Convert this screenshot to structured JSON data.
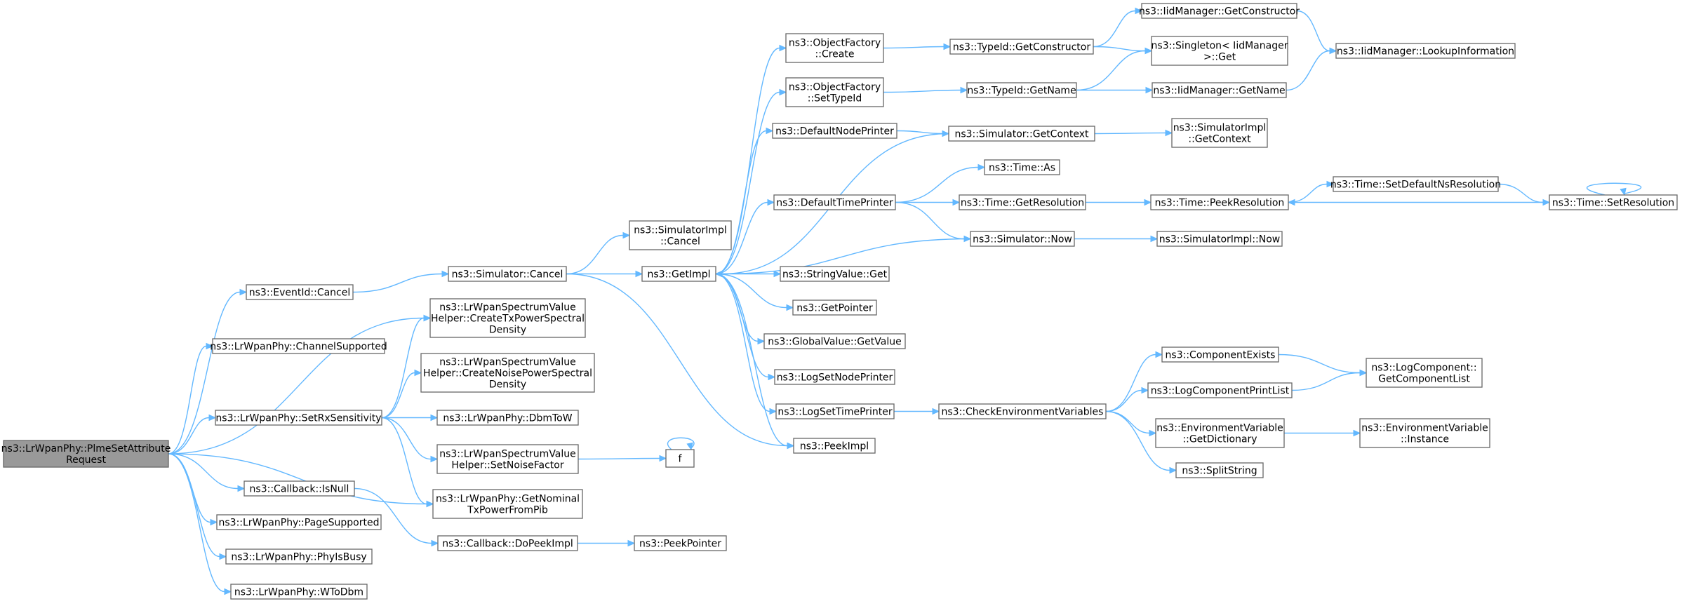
{
  "nodes": {
    "root": [
      "ns3::LrWpanPhy::PlmeSetAttribute",
      "Request"
    ],
    "eventid_cancel": [
      "ns3::EventId::Cancel"
    ],
    "channel_supported": [
      "ns3::LrWpanPhy::ChannelSupported"
    ],
    "create_tx_psd": [
      "ns3::LrWpanSpectrumValue",
      "Helper::CreateTxPowerSpectral",
      "Density"
    ],
    "create_noise_psd": [
      "ns3::LrWpanSpectrumValue",
      "Helper::CreateNoisePowerSpectral",
      "Density"
    ],
    "set_rx_sensitivity": [
      "ns3::LrWpanPhy::SetRxSensitivity"
    ],
    "dbm_to_w": [
      "ns3::LrWpanPhy::DbmToW"
    ],
    "set_noise_factor": [
      "ns3::LrWpanSpectrumValue",
      "Helper::SetNoiseFactor"
    ],
    "get_nominal_tx": [
      "ns3::LrWpanPhy::GetNominal",
      "TxPowerFromPib"
    ],
    "callback_isnull": [
      "ns3::Callback::IsNull"
    ],
    "callback_dopeekimpl": [
      "ns3::Callback::DoPeekImpl"
    ],
    "peek_pointer": [
      "ns3::PeekPointer"
    ],
    "page_supported": [
      "ns3::LrWpanPhy::PageSupported"
    ],
    "phy_is_busy": [
      "ns3::LrWpanPhy::PhyIsBusy"
    ],
    "w_to_dbm": [
      "ns3::LrWpanPhy::WToDbm"
    ],
    "f": [
      "f"
    ],
    "simulator_cancel": [
      "ns3::Simulator::Cancel"
    ],
    "simimpl_cancel": [
      "ns3::SimulatorImpl",
      "::Cancel"
    ],
    "get_impl": [
      "ns3::GetImpl"
    ],
    "peek_impl": [
      "ns3::PeekImpl"
    ],
    "objfactory_create": [
      "ns3::ObjectFactory",
      "::Create"
    ],
    "objfactory_settypeid": [
      "ns3::ObjectFactory",
      "::SetTypeId"
    ],
    "default_node_printer": [
      "ns3::DefaultNodePrinter"
    ],
    "default_time_printer": [
      "ns3::DefaultTimePrinter"
    ],
    "stringvalue_get": [
      "ns3::StringValue::Get"
    ],
    "get_pointer": [
      "ns3::GetPointer"
    ],
    "globalvalue_getvalue": [
      "ns3::GlobalValue::GetValue"
    ],
    "log_set_node_printer": [
      "ns3::LogSetNodePrinter"
    ],
    "log_set_time_printer": [
      "ns3::LogSetTimePrinter"
    ],
    "typeid_getconstructor": [
      "ns3::TypeId::GetConstructor"
    ],
    "typeid_getname": [
      "ns3::TypeId::GetName"
    ],
    "simulator_getcontext": [
      "ns3::Simulator::GetContext"
    ],
    "time_as": [
      "ns3::Time::As"
    ],
    "time_getresolution": [
      "ns3::Time::GetResolution"
    ],
    "simulator_now": [
      "ns3::Simulator::Now"
    ],
    "check_env_vars": [
      "ns3::CheckEnvironmentVariables"
    ],
    "iidmanager_getconstructor": [
      "ns3::IidManager::GetConstructor"
    ],
    "singleton_get": [
      "ns3::Singleton< IidManager",
      ">::Get"
    ],
    "iidmanager_getname": [
      "ns3::IidManager::GetName"
    ],
    "simimpl_getcontext": [
      "ns3::SimulatorImpl",
      "::GetContext"
    ],
    "time_peekresolution": [
      "ns3::Time::PeekResolution"
    ],
    "simimpl_now": [
      "ns3::SimulatorImpl::Now"
    ],
    "component_exists": [
      "ns3::ComponentExists"
    ],
    "log_component_printlist": [
      "ns3::LogComponentPrintList"
    ],
    "envvar_getdictionary": [
      "ns3::EnvironmentVariable",
      "::GetDictionary"
    ],
    "split_string": [
      "ns3::SplitString"
    ],
    "iidmanager_lookupinfo": [
      "ns3::IidManager::LookupInformation"
    ],
    "time_setdefaultnsres": [
      "ns3::Time::SetDefaultNsResolution"
    ],
    "time_setresolution": [
      "ns3::Time::SetResolution"
    ],
    "logcomponent_getlist": [
      "ns3::LogComponent::",
      "GetComponentList"
    ],
    "envvar_instance": [
      "ns3::EnvironmentVariable",
      "::Instance"
    ]
  },
  "edges": [
    [
      "root",
      "eventid_cancel"
    ],
    [
      "root",
      "channel_supported"
    ],
    [
      "root",
      "create_tx_psd"
    ],
    [
      "root",
      "set_rx_sensitivity"
    ],
    [
      "root",
      "get_nominal_tx"
    ],
    [
      "root",
      "callback_isnull"
    ],
    [
      "root",
      "page_supported"
    ],
    [
      "root",
      "phy_is_busy"
    ],
    [
      "root",
      "w_to_dbm"
    ],
    [
      "eventid_cancel",
      "simulator_cancel"
    ],
    [
      "simulator_cancel",
      "simimpl_cancel"
    ],
    [
      "simulator_cancel",
      "get_impl"
    ],
    [
      "simulator_cancel",
      "peek_impl"
    ],
    [
      "set_rx_sensitivity",
      "create_tx_psd"
    ],
    [
      "set_rx_sensitivity",
      "create_noise_psd"
    ],
    [
      "set_rx_sensitivity",
      "dbm_to_w"
    ],
    [
      "set_rx_sensitivity",
      "set_noise_factor"
    ],
    [
      "set_rx_sensitivity",
      "get_nominal_tx"
    ],
    [
      "set_noise_factor",
      "f"
    ],
    [
      "f",
      "f"
    ],
    [
      "callback_isnull",
      "callback_dopeekimpl"
    ],
    [
      "callback_dopeekimpl",
      "peek_pointer"
    ],
    [
      "get_impl",
      "objfactory_create"
    ],
    [
      "get_impl",
      "objfactory_settypeid"
    ],
    [
      "get_impl",
      "default_node_printer"
    ],
    [
      "get_impl",
      "default_time_printer"
    ],
    [
      "get_impl",
      "stringvalue_get"
    ],
    [
      "get_impl",
      "get_pointer"
    ],
    [
      "get_impl",
      "globalvalue_getvalue"
    ],
    [
      "get_impl",
      "log_set_node_printer"
    ],
    [
      "get_impl",
      "log_set_time_printer"
    ],
    [
      "get_impl",
      "peek_impl"
    ],
    [
      "simulator_getcontext",
      "get_impl"
    ],
    [
      "simulator_now",
      "get_impl"
    ],
    [
      "objfactory_create",
      "typeid_getconstructor"
    ],
    [
      "objfactory_settypeid",
      "typeid_getname"
    ],
    [
      "default_node_printer",
      "simulator_getcontext"
    ],
    [
      "default_time_printer",
      "time_as"
    ],
    [
      "default_time_printer",
      "time_getresolution"
    ],
    [
      "default_time_printer",
      "simulator_now"
    ],
    [
      "log_set_time_printer",
      "check_env_vars"
    ],
    [
      "typeid_getconstructor",
      "iidmanager_getconstructor"
    ],
    [
      "typeid_getconstructor",
      "singleton_get"
    ],
    [
      "typeid_getname",
      "singleton_get"
    ],
    [
      "typeid_getname",
      "iidmanager_getname"
    ],
    [
      "simulator_getcontext",
      "simimpl_getcontext"
    ],
    [
      "time_getresolution",
      "time_peekresolution"
    ],
    [
      "simulator_now",
      "simimpl_now"
    ],
    [
      "check_env_vars",
      "component_exists"
    ],
    [
      "check_env_vars",
      "log_component_printlist"
    ],
    [
      "check_env_vars",
      "envvar_getdictionary"
    ],
    [
      "check_env_vars",
      "split_string"
    ],
    [
      "iidmanager_getconstructor",
      "iidmanager_lookupinfo"
    ],
    [
      "iidmanager_getname",
      "iidmanager_lookupinfo"
    ],
    [
      "time_peekresolution",
      "time_setdefaultnsres"
    ],
    [
      "time_setdefaultnsres",
      "time_setresolution"
    ],
    [
      "time_setresolution",
      "time_peekresolution"
    ],
    [
      "time_setresolution",
      "time_setresolution"
    ],
    [
      "component_exists",
      "logcomponent_getlist"
    ],
    [
      "log_component_printlist",
      "logcomponent_getlist"
    ],
    [
      "envvar_getdictionary",
      "envvar_instance"
    ]
  ]
}
